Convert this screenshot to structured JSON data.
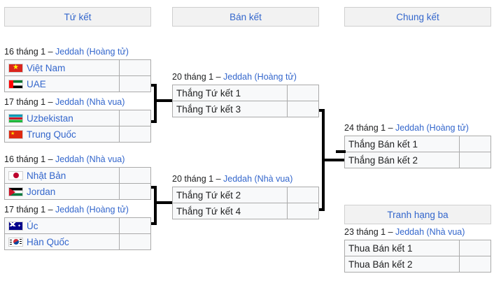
{
  "rounds": {
    "quarterfinal": "Tứ kết",
    "semifinal": "Bán kết",
    "final": "Chung kết",
    "third_place": "Tranh hạng ba"
  },
  "labels": {
    "dash": "–"
  },
  "quarterfinals": [
    {
      "date": "16 tháng 1",
      "venue": "Jeddah (Hoàng tử)",
      "home": {
        "team": "Việt Nam",
        "flag": "vn",
        "score": ""
      },
      "away": {
        "team": "UAE",
        "flag": "ae",
        "score": ""
      }
    },
    {
      "date": "17 tháng 1",
      "venue": "Jeddah (Nhà vua)",
      "home": {
        "team": "Uzbekistan",
        "flag": "uz",
        "score": ""
      },
      "away": {
        "team": "Trung Quốc",
        "flag": "cn",
        "score": ""
      }
    },
    {
      "date": "16 tháng 1",
      "venue": "Jeddah (Nhà vua)",
      "home": {
        "team": "Nhật Bản",
        "flag": "jp",
        "score": ""
      },
      "away": {
        "team": "Jordan",
        "flag": "jo",
        "score": ""
      }
    },
    {
      "date": "17 tháng 1",
      "venue": "Jeddah (Hoàng tử)",
      "home": {
        "team": "Úc",
        "flag": "au",
        "score": ""
      },
      "away": {
        "team": "Hàn Quốc",
        "flag": "kr",
        "score": ""
      }
    }
  ],
  "semifinals": [
    {
      "date": "20 tháng 1",
      "venue": "Jeddah (Hoàng tử)",
      "home": {
        "team": "Thắng Tứ kết 1",
        "score": ""
      },
      "away": {
        "team": "Thắng Tứ kết 3",
        "score": ""
      }
    },
    {
      "date": "20 tháng 1",
      "venue": "Jeddah (Nhà vua)",
      "home": {
        "team": "Thắng Tứ kết 2",
        "score": ""
      },
      "away": {
        "team": "Thắng Tứ kết 4",
        "score": ""
      }
    }
  ],
  "final": {
    "date": "24 tháng 1",
    "venue": "Jeddah (Hoàng tử)",
    "home": {
      "team": "Thắng Bán kết 1",
      "score": ""
    },
    "away": {
      "team": "Thắng Bán kết 2",
      "score": ""
    }
  },
  "third_place_match": {
    "date": "23 tháng 1",
    "venue": "Jeddah (Nhà vua)",
    "home": {
      "team": "Thua Bán kết 1",
      "score": ""
    },
    "away": {
      "team": "Thua Bán kết 2",
      "score": ""
    }
  },
  "colors": {
    "link": "#3366cc",
    "header_bg": "#f2f2f2",
    "header_border": "#cfcfcf",
    "cell_bg": "#f8f9fa",
    "cell_border": "#aaaaaa",
    "bracket_line": "#000000",
    "text": "#202122"
  }
}
